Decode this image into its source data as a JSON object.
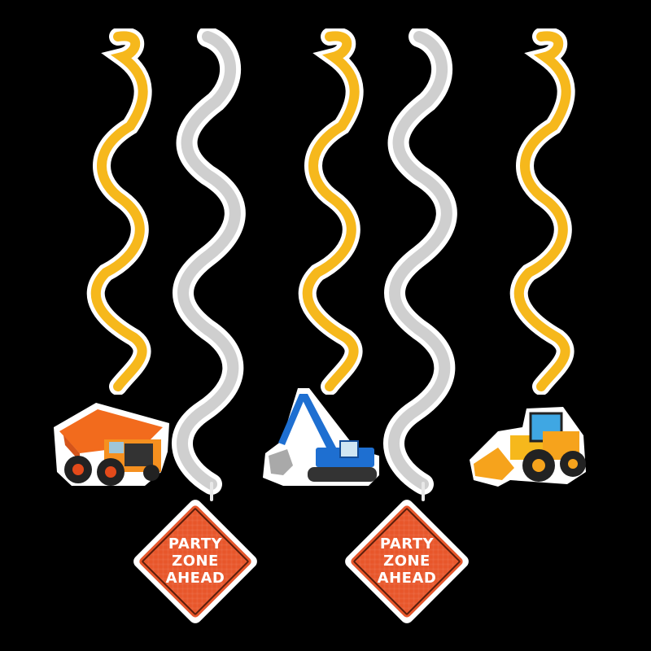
{
  "product": {
    "description": "Construction themed hanging swirl decorations",
    "background": "#000000"
  },
  "colors": {
    "yellow_swirl": "#f6b81c",
    "silver_swirl": "#d4d4d4",
    "sign_orange": "#e8562a",
    "sign_border": "#5a1e0c",
    "outline_white": "#ffffff"
  },
  "swirls": [
    {
      "id": 1,
      "color": "yellow",
      "cutout": "dump-truck"
    },
    {
      "id": 2,
      "color": "silver",
      "cutout": "party-zone-sign"
    },
    {
      "id": 3,
      "color": "yellow",
      "cutout": "excavator"
    },
    {
      "id": 4,
      "color": "silver",
      "cutout": "party-zone-sign"
    },
    {
      "id": 5,
      "color": "yellow",
      "cutout": "wheel-loader"
    }
  ],
  "signs": [
    {
      "lines": [
        "PARTY",
        "ZONE",
        "AHEAD"
      ]
    },
    {
      "lines": [
        "PARTY",
        "ZONE",
        "AHEAD"
      ]
    }
  ]
}
